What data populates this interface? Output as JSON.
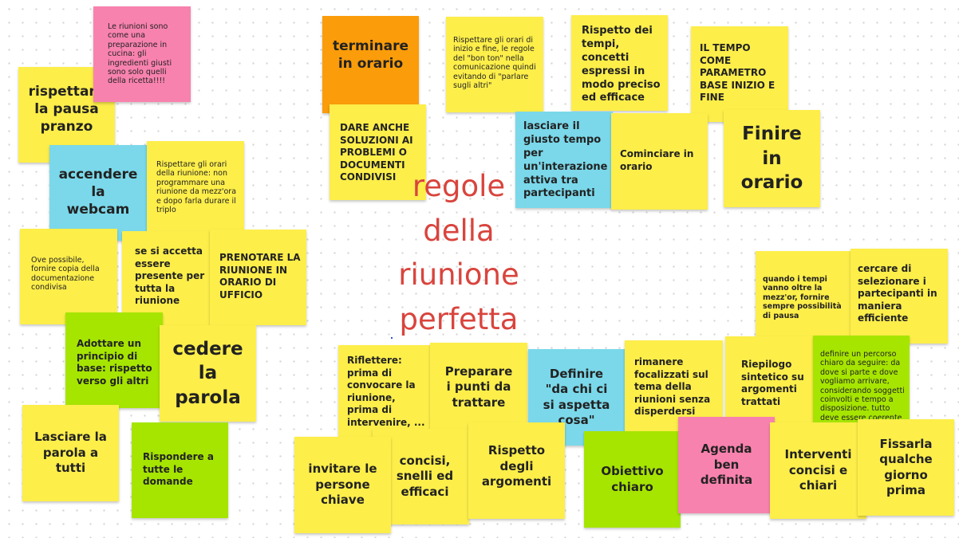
{
  "board_title": "regole\ndella\nriunione\nperfetta",
  "colors": {
    "yellow": "#fdee4a",
    "orange": "#fb9c0a",
    "pink": "#f882ae",
    "cyan": "#7ad8ea",
    "green": "#a6e500",
    "title": "#d9443d",
    "grid_dot": "#d4d4d4"
  },
  "notes": {
    "n01": {
      "text": "rispettare\nla pausa\npranzo",
      "color": "yellow"
    },
    "n02": {
      "text": "Le riunioni sono come una preparazione in cucina: gli ingredienti giusti sono solo quelli della ricetta!!!!",
      "color": "pink"
    },
    "n03": {
      "text": "accendere\nla\nwebcam",
      "color": "cyan"
    },
    "n04": {
      "text": "Rispettare gli orari della riunione: non programmare una riunione da mezz'ora e dopo farla durare il triplo",
      "color": "yellow"
    },
    "n05": {
      "text": "Ove possibile, fornire copia della documentazione condivisa",
      "color": "yellow"
    },
    "n06": {
      "text": "se si accetta essere presente per tutta la riunione",
      "color": "yellow"
    },
    "n07": {
      "text": "PRENOTARE LA RIUNIONE IN ORARIO DI UFFICIO",
      "color": "yellow"
    },
    "n08": {
      "text": "Adottare un principio di base: rispetto verso gli altri",
      "color": "green"
    },
    "n09": {
      "text": "cedere\nla\nparola",
      "color": "yellow"
    },
    "n10": {
      "text": "Lasciare la\nparola a\ntutti",
      "color": "yellow"
    },
    "n11": {
      "text": "Rispondere a tutte le domande",
      "color": "green"
    },
    "n12": {
      "text": "terminare\nin orario",
      "color": "orange"
    },
    "n13": {
      "text": "DARE ANCHE SOLUZIONI AI PROBLEMI O DOCUMENTI CONDIVISI",
      "color": "yellow"
    },
    "n14": {
      "text": "Rispettare gli orari di inizio e fine, le regole del \"bon ton\" nella comunicazione quindi evitando di \"parlare sugli altri\"",
      "color": "yellow"
    },
    "n15": {
      "text": "Rispetto dei tempi, concetti espressi in modo preciso ed efficace",
      "color": "yellow"
    },
    "n16": {
      "text": "IL TEMPO COME PARAMETRO BASE INIZIO E FINE",
      "color": "yellow"
    },
    "n17": {
      "text": "lasciare il giusto tempo per un'interazione attiva tra partecipanti",
      "color": "cyan"
    },
    "n18": {
      "text": "Cominciare in orario",
      "color": "yellow"
    },
    "n19": {
      "text": "Finire\nin\norario",
      "color": "yellow"
    },
    "n20": {
      "text": "quando i tempi vanno oltre la mezz'or, fornire sempre possibilità di pausa",
      "color": "yellow"
    },
    "n21": {
      "text": "cercare di selezionare i partecipanti in maniera efficiente",
      "color": "yellow"
    },
    "n22": {
      "text": "Riflettere: prima di convocare la riunione, prima di intervenire, ...",
      "color": "yellow"
    },
    "n23": {
      "text": "Preparare\ni punti da\ntrattare",
      "color": "yellow"
    },
    "n24": {
      "text": "Definire\n\"da chi ci\nsi aspetta\ncosa\"",
      "color": "cyan"
    },
    "n25": {
      "text": "rimanere focalizzati sul tema della riunioni senza disperdersi",
      "color": "yellow"
    },
    "n26": {
      "text": "Riepilogo sintetico su argomenti trattati",
      "color": "yellow"
    },
    "n27": {
      "text": "definire un percorso chiaro da seguire: da dove si parte e dove vogliamo arrivare, considerando soggetti coinvolti e tempo a disposizione. tutto deve essere coerente",
      "color": "green"
    },
    "n28": {
      "text": "invitare le\npersone\nchiave",
      "color": "yellow"
    },
    "n29": {
      "text": "concisi,\nsnelli ed\nefficaci",
      "color": "yellow"
    },
    "n30": {
      "text": "Rispetto\ndegli\nargomenti",
      "color": "yellow"
    },
    "n31": {
      "text": "Obiettivo\nchiaro",
      "color": "green"
    },
    "n32": {
      "text": "Agenda\nben\ndefinita",
      "color": "pink"
    },
    "n33": {
      "text": "Interventi\nconcisi e\nchiari",
      "color": "yellow"
    },
    "n34": {
      "text": "Fissarla\nqualche\ngiorno\nprima",
      "color": "yellow"
    }
  }
}
